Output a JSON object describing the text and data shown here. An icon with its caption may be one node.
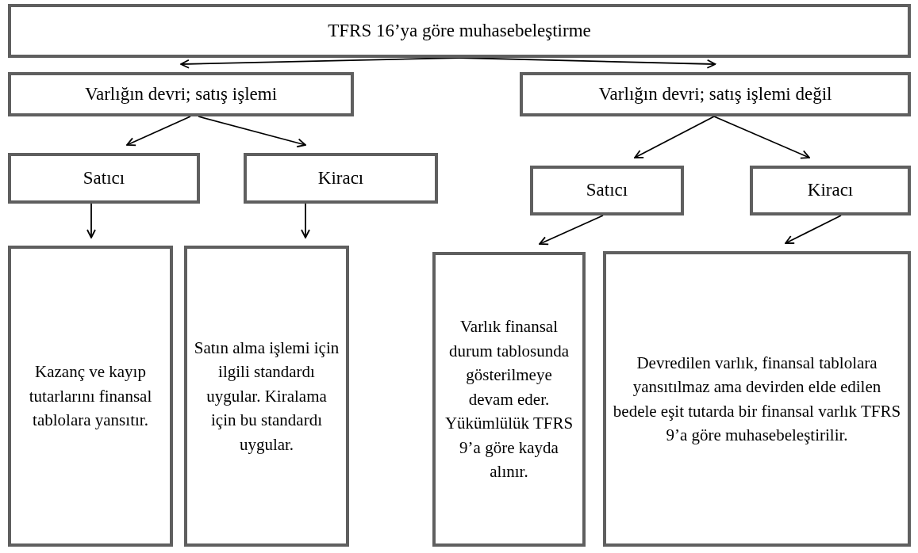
{
  "diagram": {
    "nodes": [
      {
        "text": [
          "TFRS 16’ya göre muhasebeleştirme"
        ]
      },
      {
        "text": [
          "Varlığın devri; satış işlemi"
        ]
      },
      {
        "text": [
          "Varlığın devri; satış işlemi değil"
        ]
      },
      {
        "text": [
          "Satıcı"
        ]
      },
      {
        "text": [
          "Kiracı"
        ]
      },
      {
        "text": [
          "Satıcı"
        ]
      },
      {
        "text": [
          "Kiracı"
        ]
      },
      {
        "text": [
          "Kazanç ve kayıp tutarlarını finansal tablolara yansıtır."
        ]
      },
      {
        "text": [
          "Satın alma işlemi için ilgili standardı uygular. Kiralama için bu standardı uygular."
        ]
      },
      {
        "text": [
          "Varlık finansal durum tablosunda gösterilmeye devam eder. Yükümlülük TFRS 9’a göre kayda alınır."
        ]
      },
      {
        "text": [
          "Devredilen varlık, finansal tablolara yansıtılmaz ama devirden elde edilen bedele eşit tutarda bir finansal varlık TFRS 9’a göre muhasebeleştirilir."
        ]
      }
    ],
    "edges": [
      {
        "from": 0,
        "to": 1,
        "arrow": "to"
      },
      {
        "from": 0,
        "to": 2,
        "arrow": "to"
      },
      {
        "from": 1,
        "to": 3,
        "arrow": "to"
      },
      {
        "from": 1,
        "to": 4,
        "arrow": "to"
      },
      {
        "from": 2,
        "to": 5,
        "arrow": "to"
      },
      {
        "from": 2,
        "to": 6,
        "arrow": "to"
      },
      {
        "from": 3,
        "to": 7,
        "arrow": "to"
      },
      {
        "from": 4,
        "to": 8,
        "arrow": "to"
      },
      {
        "from": 5,
        "to": 9,
        "arrow": "to"
      },
      {
        "from": 6,
        "to": 10,
        "arrow": "to"
      }
    ]
  }
}
